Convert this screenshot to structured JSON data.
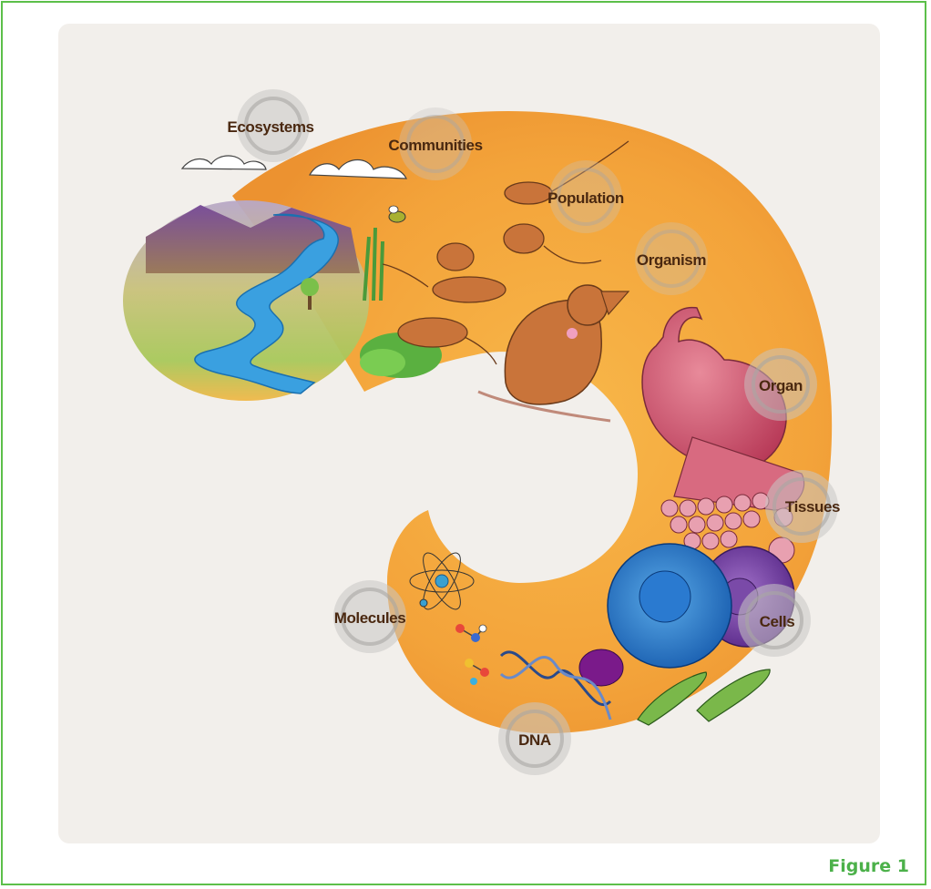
{
  "figure": {
    "caption": "Figure 1",
    "accent_color": "#5cbf4a",
    "spiral_color": "#f3a43a"
  },
  "levels": [
    {
      "key": "ecosystems",
      "label": "Ecosystems",
      "icon": "landscape"
    },
    {
      "key": "communities",
      "label": "Communities",
      "icon": "clouds"
    },
    {
      "key": "population",
      "label": "Population",
      "icon": "mice-group"
    },
    {
      "key": "organism",
      "label": "Organism",
      "icon": "mouse"
    },
    {
      "key": "organ",
      "label": "Organ",
      "icon": "heart"
    },
    {
      "key": "tissues",
      "label": "Tissues",
      "icon": "tissue"
    },
    {
      "key": "cells",
      "label": "Cells",
      "icon": "cell"
    },
    {
      "key": "dna",
      "label": "DNA",
      "icon": "double-helix"
    },
    {
      "key": "molecules",
      "label": "Molecules",
      "icon": "atom"
    }
  ]
}
